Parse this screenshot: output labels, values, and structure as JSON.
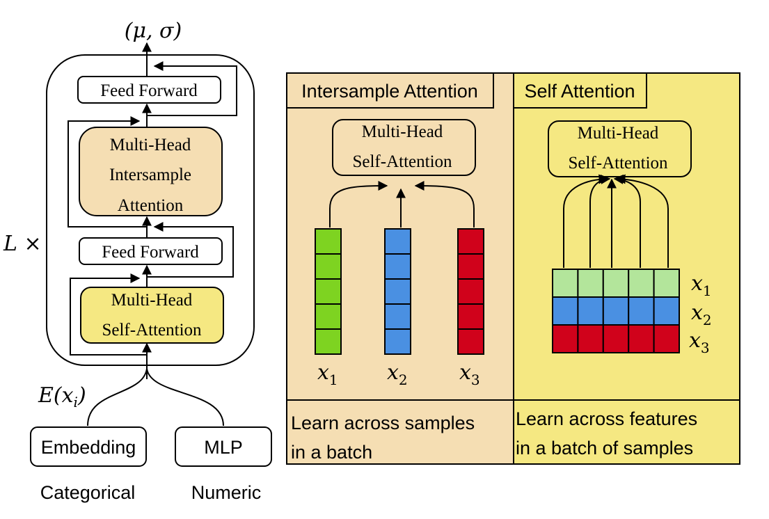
{
  "left": {
    "output_label": "(μ, σ)",
    "repeat_label": "L ×",
    "ff_top": "Feed Forward",
    "inter_line1": "Multi-Head",
    "inter_line2": "Intersample",
    "inter_line3": "Attention",
    "ff_bottom": "Feed Forward",
    "self_line1": "Multi-Head",
    "self_line2": "Self-Attention",
    "embed_label": "E(x",
    "embed_sub": "i",
    "embed_close": ")",
    "embedding": "Embedding",
    "mlp": "MLP",
    "categorical": "Categorical",
    "numeric": "Numeric"
  },
  "intersample": {
    "title": "Intersample Attention",
    "mhsa_line1": "Multi-Head",
    "mhsa_line2": "Self-Attention",
    "x1": "x",
    "x1_sub": "1",
    "x2": "x",
    "x2_sub": "2",
    "x3": "x",
    "x3_sub": "3",
    "caption_line1": "Learn across samples",
    "caption_line2": "in a batch"
  },
  "selfatt": {
    "title": "Self Attention",
    "mhsa_line1": "Multi-Head",
    "mhsa_line2": "Self-Attention",
    "x1": "x",
    "x1_sub": "1",
    "x2": "x",
    "x2_sub": "2",
    "x3": "x",
    "x3_sub": "3",
    "caption_line1": "Learn across features",
    "caption_line2": "in a batch of samples"
  },
  "colors": {
    "tan": "#f5deb3",
    "yellow": "#f5e882",
    "green": "#7ed321",
    "light_green": "#b3e59b",
    "blue": "#4a90e2",
    "red": "#d0021b"
  }
}
